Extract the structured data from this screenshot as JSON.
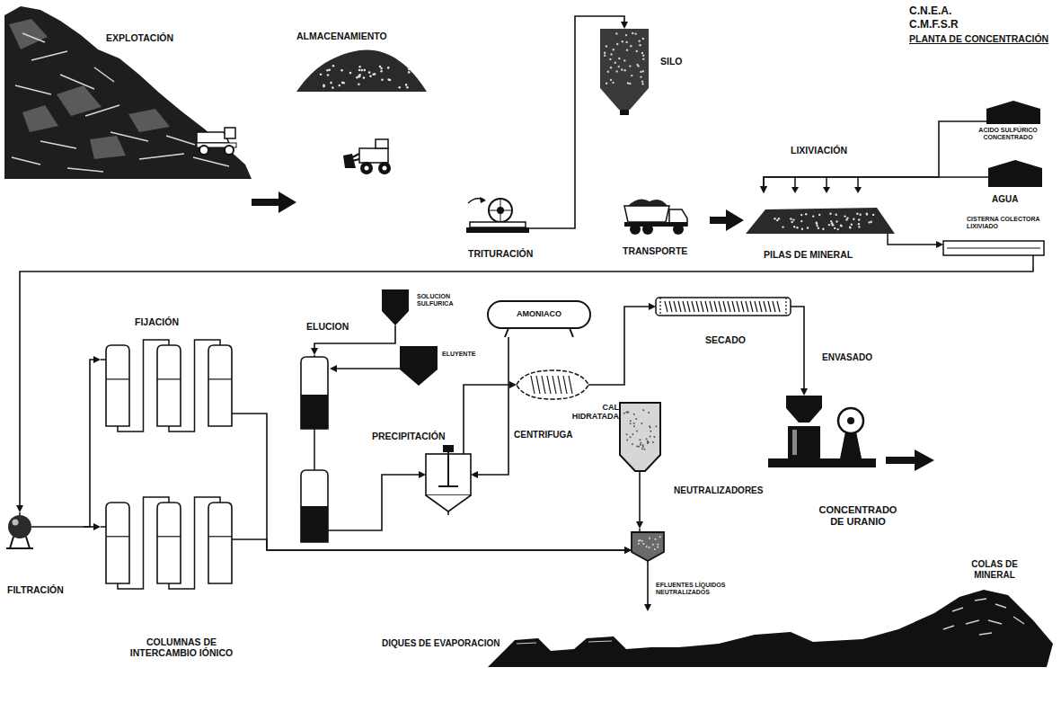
{
  "diagram": {
    "title": "PLANTA DE CONCENTRACIÓN",
    "nodes": [
      {
        "text": [
          "EXPLOTACIÓN"
        ]
      },
      {
        "text": [
          "ALMACENAMIENTO"
        ]
      },
      {
        "text": [
          "TRITURACIÓN"
        ]
      },
      {
        "text": [
          "SILO"
        ]
      },
      {
        "text": [
          "TRANSPORTE"
        ]
      },
      {
        "text": [
          "PILAS DE MINERAL"
        ]
      },
      {
        "text": [
          "ACIDO SULFÚRICO CONCENTRADO"
        ]
      },
      {
        "text": [
          "AGUA"
        ]
      },
      {
        "text": [
          "CISTERNA COLECTORA LIXIVIADO"
        ]
      },
      {
        "text": [
          "FILTRACIÓN"
        ]
      },
      {
        "text": [
          "FIJACIÓN"
        ]
      },
      {
        "text": [
          "COLUMNAS DE INTERCAMBIO IÓNICO"
        ]
      },
      {
        "text": [
          "ELUCION"
        ]
      },
      {
        "text": [
          "SOLUCION SULFURICA"
        ]
      },
      {
        "text": [
          "ELUYENTE"
        ]
      },
      {
        "text": [
          "AMONIACO"
        ]
      },
      {
        "text": [
          "PRECIPITACIÓN"
        ]
      },
      {
        "text": [
          "CENTRIFUGA"
        ]
      },
      {
        "text": [
          "SECADO"
        ]
      },
      {
        "text": [
          "ENVASADO"
        ]
      },
      {
        "text": [
          "CAL HIDRATADA"
        ]
      },
      {
        "text": [
          "NEUTRALIZADORES"
        ]
      },
      {
        "text": [
          "DIQUES DE EVAPORACION"
        ]
      }
    ],
    "edges": [
      {
        "from": 0,
        "to": 1,
        "arrow": "to"
      },
      {
        "from": 2,
        "to": 3,
        "arrow": "to"
      },
      {
        "from": 4,
        "to": 5,
        "arrow": "to"
      },
      {
        "from": 6,
        "to": 5,
        "arrow": "to"
      },
      {
        "from": 7,
        "to": 5,
        "arrow": "to"
      },
      {
        "from": 5,
        "to": 8,
        "arrow": "to"
      },
      {
        "from": 8,
        "to": 9,
        "arrow": "to"
      },
      {
        "from": 9,
        "to": 10,
        "arrow": "to"
      },
      {
        "from": 9,
        "to": 11,
        "arrow": "to"
      },
      {
        "from": 10,
        "to": 21,
        "arrow": "to"
      },
      {
        "from": 11,
        "to": 21,
        "arrow": "to"
      },
      {
        "from": 13,
        "to": 12,
        "arrow": "to"
      },
      {
        "from": 14,
        "to": 12,
        "arrow": "to"
      },
      {
        "from": 12,
        "to": 16,
        "arrow": "to"
      },
      {
        "from": 15,
        "to": 16,
        "arrow": "to"
      },
      {
        "from": 16,
        "to": 17,
        "arrow": "to"
      },
      {
        "from": 17,
        "to": 18,
        "arrow": "to"
      },
      {
        "from": 18,
        "to": 19,
        "arrow": "to"
      },
      {
        "from": 20,
        "to": 21,
        "arrow": "to"
      },
      {
        "from": 21,
        "to": 22,
        "label": "EFLUENTES LÍQUIDOS NEUTRALIZADOS",
        "arrow": "to"
      }
    ],
    "labels": [
      "C.N.E.A.",
      "C.M.F.S.R",
      "LIXIVIACIÓN",
      "CONCENTRADO DE URANIO",
      "COLAS DE MINERAL"
    ]
  }
}
